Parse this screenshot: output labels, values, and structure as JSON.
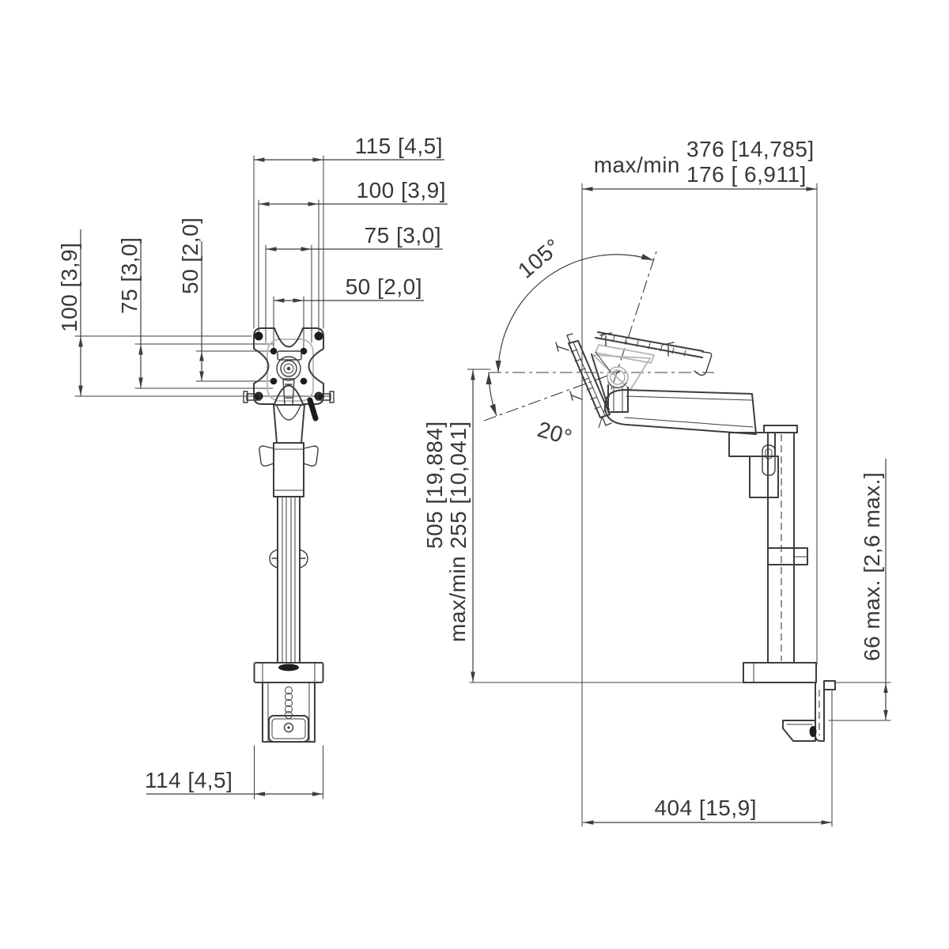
{
  "front_view": {
    "dim_width_top": [
      "115 [4,5]",
      "100 [3,9]",
      "75 [3,0]",
      "50 [2,0]"
    ],
    "dim_height_left": [
      "100 [3,9]",
      "75 [3,0]",
      "50 [2,0]"
    ],
    "dim_clamp_width": "114 [4,5]"
  },
  "side_view": {
    "reach": {
      "prefix": "max/min",
      "max": "376 [14,785]",
      "min": "176 [ 6,911]"
    },
    "tilt_up_angle": "105°",
    "tilt_down_angle": "20°",
    "height": {
      "prefix": "max/min",
      "max": "505 [19,884]",
      "min": "255 [10,041]"
    },
    "desk_thickness": "66 max. [2,6 max.]",
    "depth": "404 [15,9]"
  },
  "colors": {
    "line": "#3d3d3d",
    "light_line": "#b6b6b6",
    "background": "#ffffff"
  }
}
